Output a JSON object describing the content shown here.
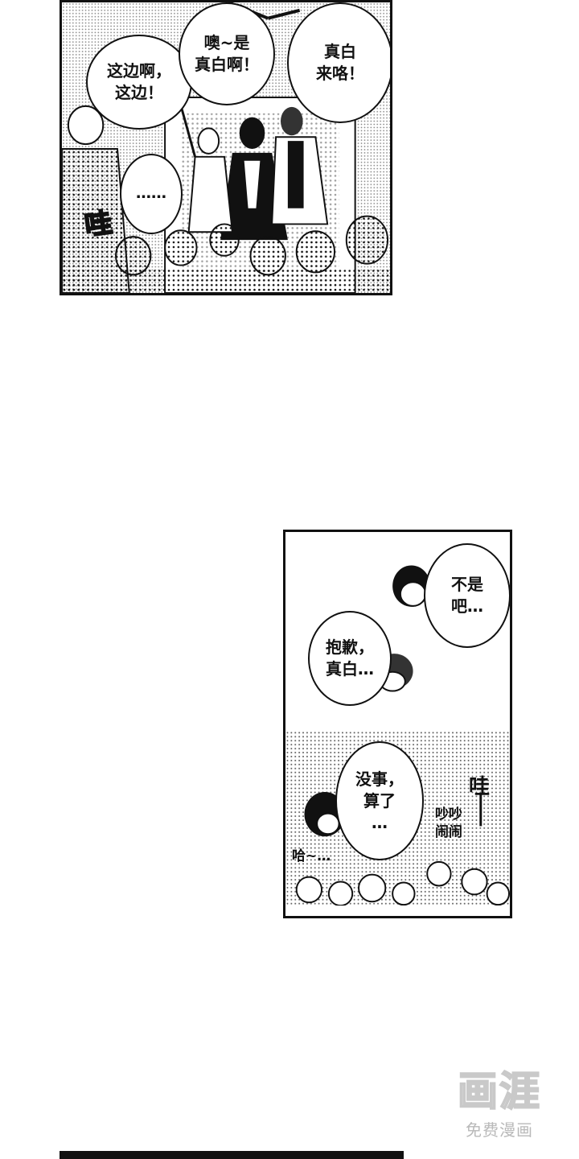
{
  "panel1": {
    "bubbles": [
      "这边啊，\n这边！",
      "噢~是\n真白啊！",
      "真白\n来咯！",
      "……"
    ],
    "sfx": "哇"
  },
  "panel2": {
    "bubbles": [
      "不是\n吧…",
      "抱歉，\n真白…",
      "没事，\n算了\n…"
    ],
    "sfx_wa": "哇",
    "sfx_noisy": "吵吵\n闹闹",
    "sfx_ha": "哈~…"
  },
  "watermark": {
    "logo": "画涯",
    "subtitle": "免费漫画"
  }
}
